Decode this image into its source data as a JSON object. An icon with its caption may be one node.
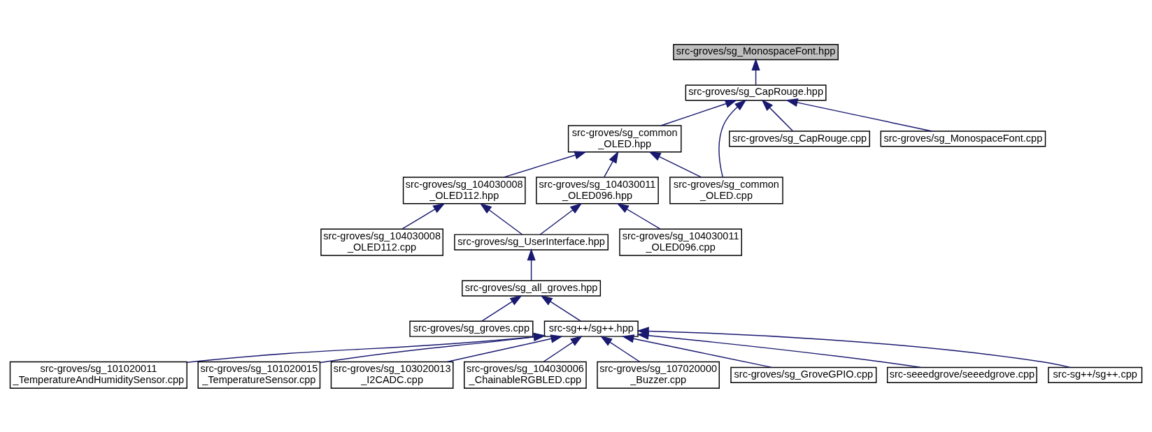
{
  "diagram": {
    "nodes": [
      {
        "text": [
          "src-groves/sg_MonospaceFont.hpp"
        ]
      },
      {
        "text": [
          "src-groves/sg_CapRouge.hpp"
        ]
      },
      {
        "text": [
          "src-groves/sg_common _OLED.hpp"
        ]
      },
      {
        "text": [
          "src-groves/sg_CapRouge.cpp"
        ]
      },
      {
        "text": [
          "src-groves/sg_MonospaceFont.cpp"
        ]
      },
      {
        "text": [
          "src-groves/sg_104030008 _OLED112.hpp"
        ]
      },
      {
        "text": [
          "src-groves/sg_104030011 _OLED096.hpp"
        ]
      },
      {
        "text": [
          "src-groves/sg_common _OLED.cpp"
        ]
      },
      {
        "text": [
          "src-groves/sg_104030008 _OLED112.cpp"
        ]
      },
      {
        "text": [
          "src-groves/sg_UserInterface.hpp"
        ]
      },
      {
        "text": [
          "src-groves/sg_104030011 _OLED096.cpp"
        ]
      },
      {
        "text": [
          "src-groves/sg_all_groves.hpp"
        ]
      },
      {
        "text": [
          "src-groves/sg_groves.cpp"
        ]
      },
      {
        "text": [
          "src-sg++/sg++.hpp"
        ]
      },
      {
        "text": [
          "src-groves/sg_101020011 _TemperatureAndHumiditySensor.cpp"
        ]
      },
      {
        "text": [
          "src-groves/sg_101020015 _TemperatureSensor.cpp"
        ]
      },
      {
        "text": [
          "src-groves/sg_103020013 _I2CADC.cpp"
        ]
      },
      {
        "text": [
          "src-groves/sg_104030006 _ChainableRGBLED.cpp"
        ]
      },
      {
        "text": [
          "src-groves/sg_107020000 _Buzzer.cpp"
        ]
      },
      {
        "text": [
          "src-groves/sg_GroveGPIO.cpp"
        ]
      },
      {
        "text": [
          "src-seeedgrove/seeedgrove.cpp"
        ]
      },
      {
        "text": [
          "src-sg++/sg++.cpp"
        ]
      }
    ],
    "edges": [
      {
        "from": 1,
        "to": 0,
        "arrow": "to"
      },
      {
        "from": 2,
        "to": 1,
        "arrow": "to"
      },
      {
        "from": 7,
        "to": 1,
        "arrow": "to"
      },
      {
        "from": 3,
        "to": 1,
        "arrow": "to"
      },
      {
        "from": 4,
        "to": 1,
        "arrow": "to"
      },
      {
        "from": 5,
        "to": 2,
        "arrow": "to"
      },
      {
        "from": 6,
        "to": 2,
        "arrow": "to"
      },
      {
        "from": 7,
        "to": 2,
        "arrow": "to"
      },
      {
        "from": 8,
        "to": 5,
        "arrow": "to"
      },
      {
        "from": 9,
        "to": 5,
        "arrow": "to"
      },
      {
        "from": 9,
        "to": 6,
        "arrow": "to"
      },
      {
        "from": 10,
        "to": 6,
        "arrow": "to"
      },
      {
        "from": 11,
        "to": 9,
        "arrow": "to"
      },
      {
        "from": 12,
        "to": 11,
        "arrow": "to"
      },
      {
        "from": 13,
        "to": 11,
        "arrow": "to"
      },
      {
        "from": 14,
        "to": 13,
        "arrow": "to"
      },
      {
        "from": 15,
        "to": 13,
        "arrow": "to"
      },
      {
        "from": 16,
        "to": 13,
        "arrow": "to"
      },
      {
        "from": 17,
        "to": 13,
        "arrow": "to"
      },
      {
        "from": 18,
        "to": 13,
        "arrow": "to"
      },
      {
        "from": 19,
        "to": 13,
        "arrow": "to"
      },
      {
        "from": 20,
        "to": 13,
        "arrow": "to"
      },
      {
        "from": 21,
        "to": 13,
        "arrow": "to"
      }
    ]
  }
}
